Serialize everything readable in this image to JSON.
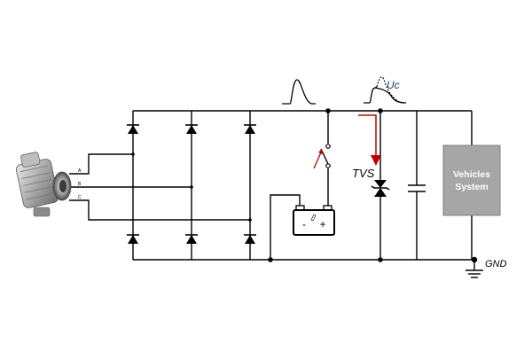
{
  "diagram": {
    "labels": {
      "tvs": "TVS",
      "uc": "Uc",
      "gnd": "GND",
      "vehicles_line1": "Vehicles",
      "vehicles_line2": "System",
      "battery_minus": "-",
      "battery_plus": "+",
      "phase_1": "A",
      "phase_2": "B",
      "phase_3": "C"
    },
    "colors": {
      "wire": "#000000",
      "vehicles_box": "#a6a6a6",
      "vehicles_text": "#ffffff",
      "arrow": "#c00000",
      "uc_label": "#1f3864",
      "switch_arrow": "#c00000"
    },
    "icons": [
      "alternator-icon",
      "diode-icon",
      "zener-diode-icon",
      "capacitor-icon",
      "battery-icon",
      "switch-icon",
      "ground-icon",
      "pulse-waveform-icon"
    ]
  }
}
